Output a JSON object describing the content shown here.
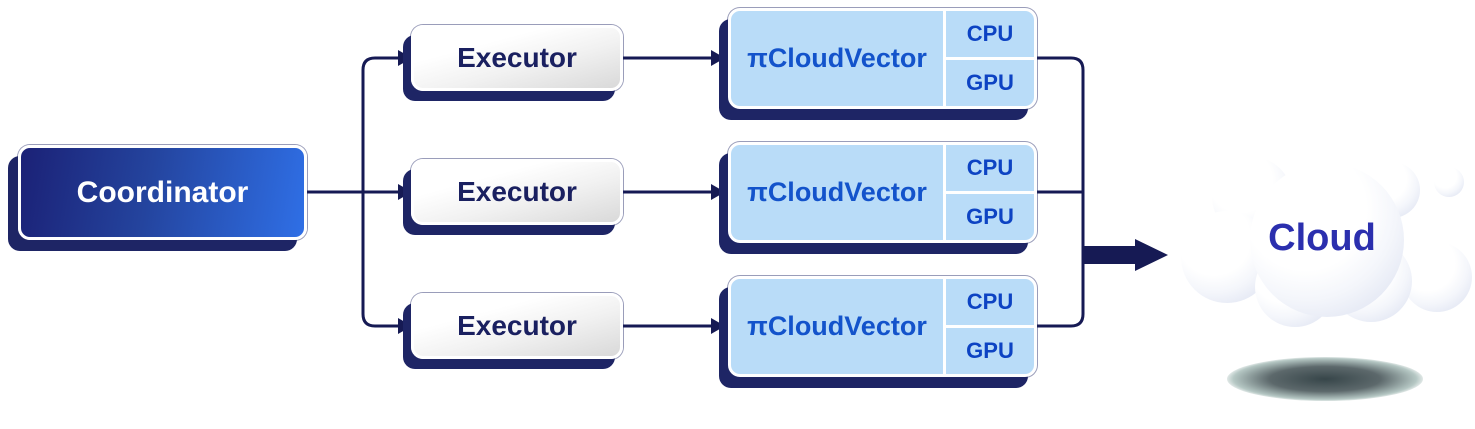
{
  "diagram": {
    "coordinator": {
      "label": "Coordinator"
    },
    "executors": [
      {
        "label": "Executor"
      },
      {
        "label": "Executor"
      },
      {
        "label": "Executor"
      }
    ],
    "vector_nodes": [
      {
        "label": "πCloudVector",
        "cpu_label": "CPU",
        "gpu_label": "GPU"
      },
      {
        "label": "πCloudVector",
        "cpu_label": "CPU",
        "gpu_label": "GPU"
      },
      {
        "label": "πCloudVector",
        "cpu_label": "CPU",
        "gpu_label": "GPU"
      }
    ],
    "cloud": {
      "label": "Cloud"
    },
    "colors": {
      "connector_navy": "#161a54",
      "node_shadow_navy": "#1e2565",
      "coordinator_gradient_start": "#1b2176",
      "coordinator_gradient_end": "#2f6fe6",
      "coordinator_text": "#ffffff",
      "executor_text": "#1a2060",
      "vector_fill": "#b9dcf8",
      "vector_label_text": "#1353cb",
      "cpu_gpu_text": "#0d43c3",
      "cloud_text": "#2b2fae"
    }
  }
}
